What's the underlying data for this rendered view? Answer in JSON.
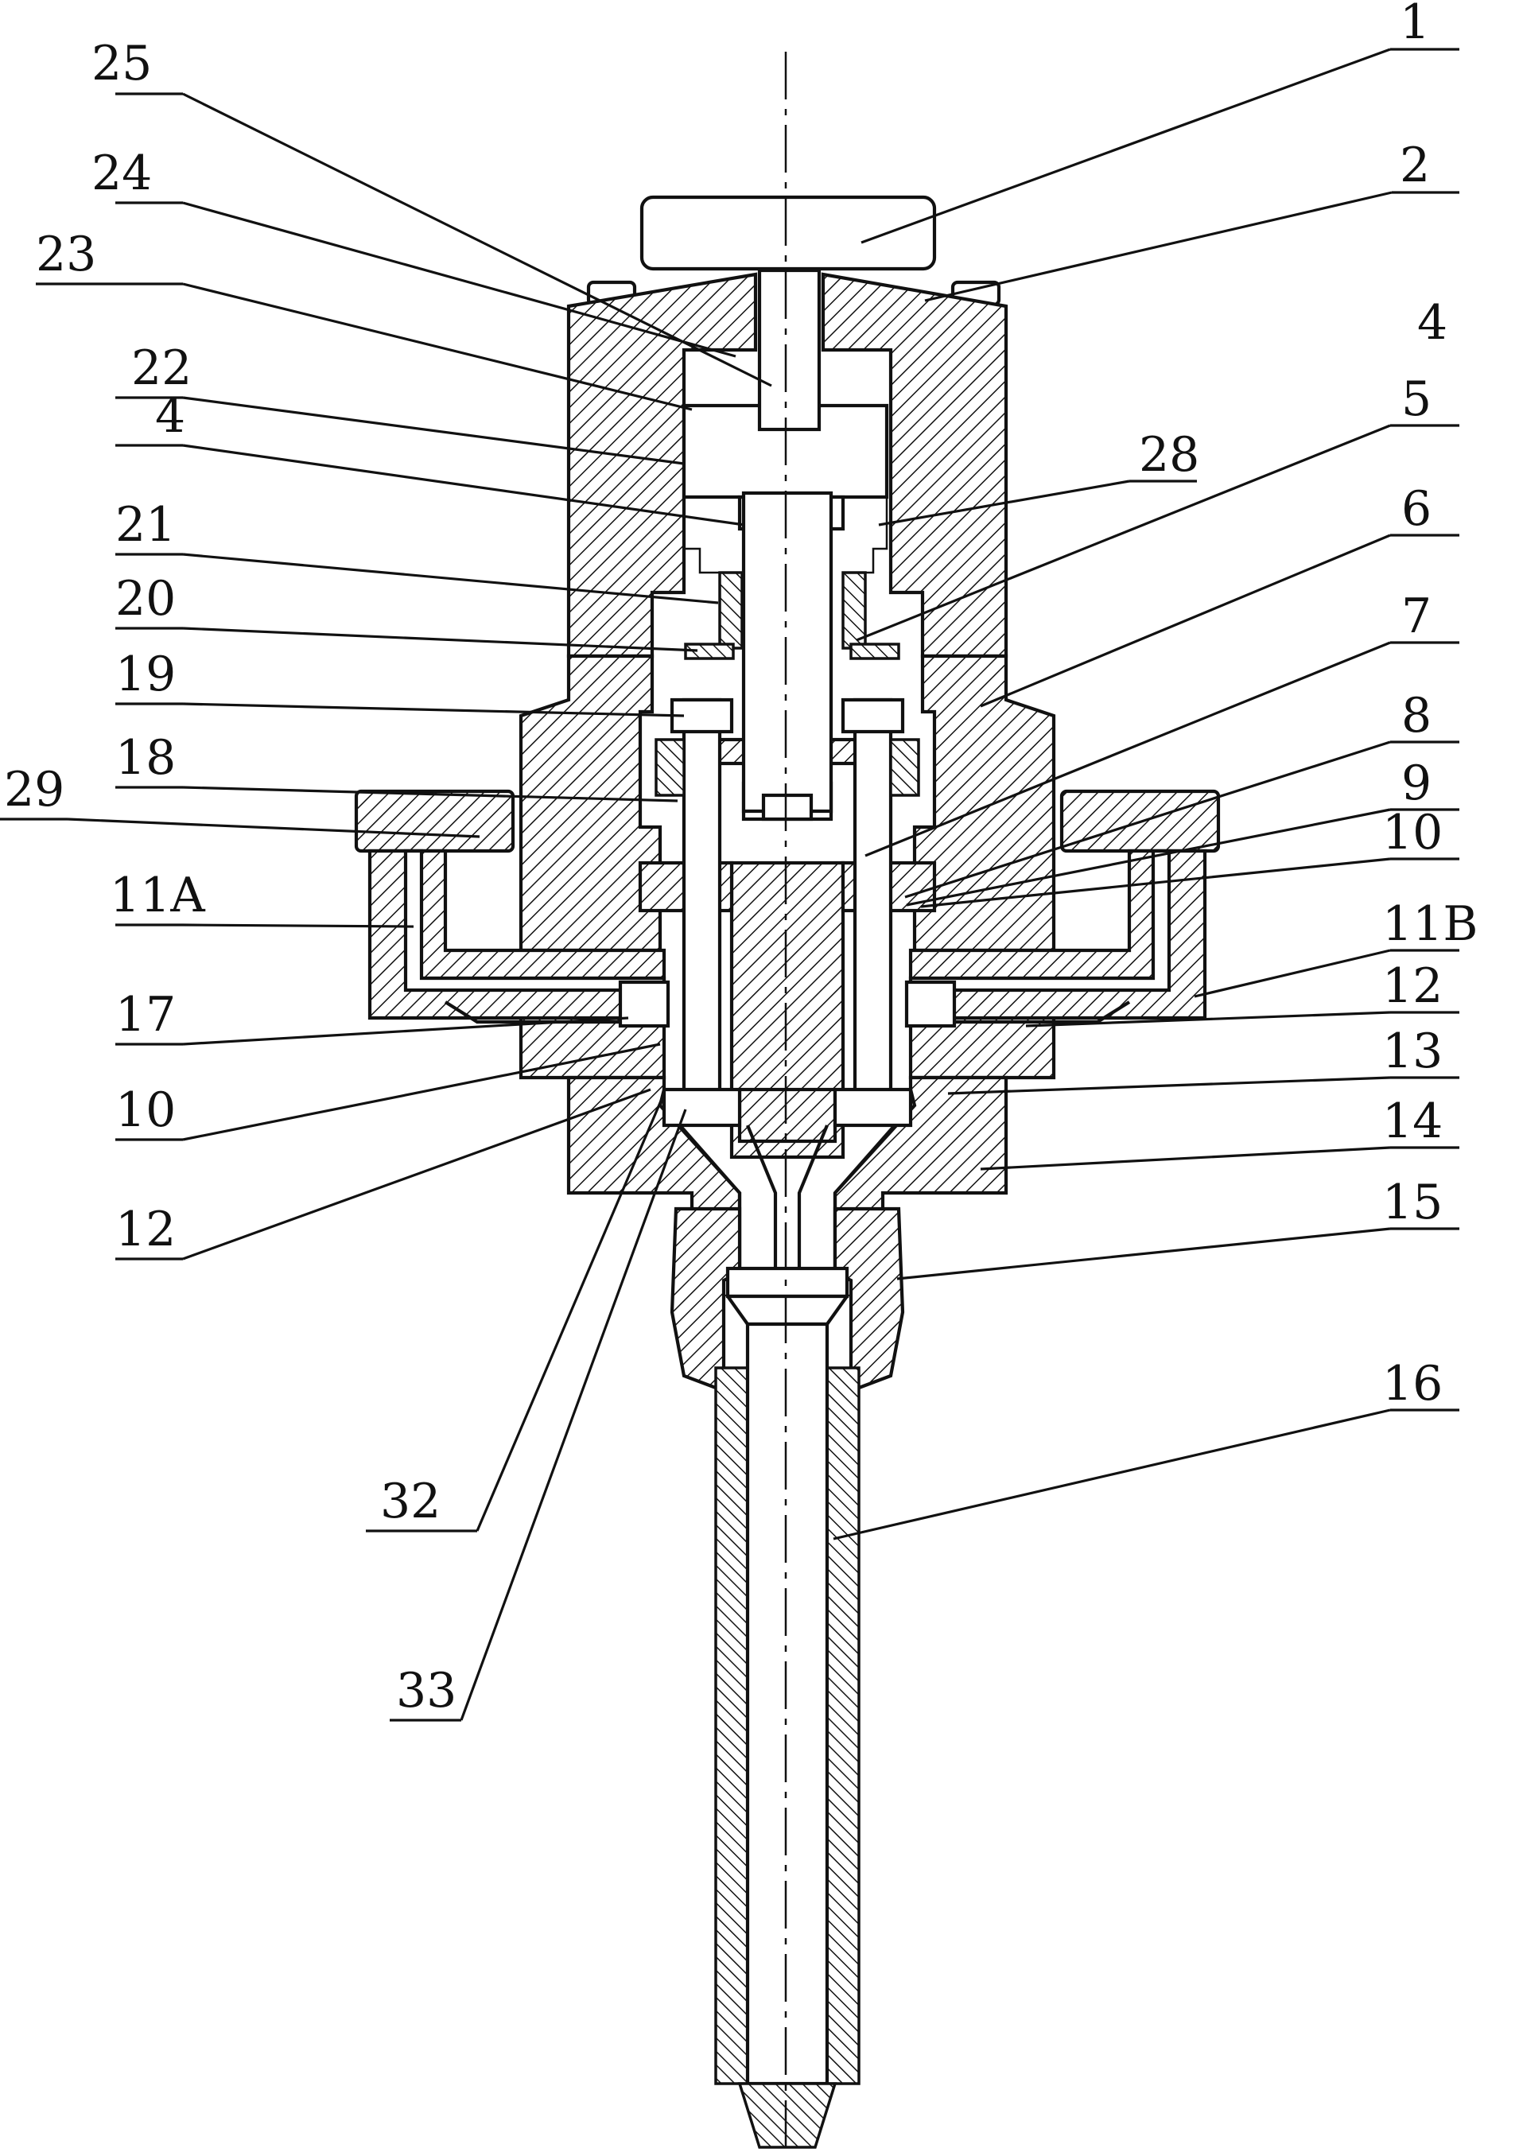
{
  "drawing": {
    "labels": [
      "1",
      "2",
      "4",
      "4",
      "5",
      "6",
      "7",
      "8",
      "9",
      "10",
      "10",
      "11A",
      "11B",
      "12",
      "12",
      "13",
      "14",
      "15",
      "16",
      "17",
      "18",
      "19",
      "20",
      "21",
      "22",
      "23",
      "24",
      "25",
      "28",
      "29",
      "32",
      "33"
    ],
    "callouts": [
      {
        "id": "c1",
        "text": "1"
      },
      {
        "id": "c2",
        "text": "2"
      },
      {
        "id": "c4r",
        "text": "4"
      },
      {
        "id": "c5",
        "text": "5"
      },
      {
        "id": "c6",
        "text": "6"
      },
      {
        "id": "c7",
        "text": "7"
      },
      {
        "id": "c8",
        "text": "8"
      },
      {
        "id": "c9",
        "text": "9"
      },
      {
        "id": "c10r",
        "text": "10"
      },
      {
        "id": "c11b",
        "text": "11B"
      },
      {
        "id": "c12r",
        "text": "12"
      },
      {
        "id": "c13",
        "text": "13"
      },
      {
        "id": "c14",
        "text": "14"
      },
      {
        "id": "c15",
        "text": "15"
      },
      {
        "id": "c16",
        "text": "16"
      },
      {
        "id": "c25",
        "text": "25"
      },
      {
        "id": "c24",
        "text": "24"
      },
      {
        "id": "c23",
        "text": "23"
      },
      {
        "id": "c22",
        "text": "22"
      },
      {
        "id": "c4l",
        "text": "4"
      },
      {
        "id": "c28",
        "text": "28"
      },
      {
        "id": "c21",
        "text": "21"
      },
      {
        "id": "c20",
        "text": "20"
      },
      {
        "id": "c19",
        "text": "19"
      },
      {
        "id": "c18",
        "text": "18"
      },
      {
        "id": "c29",
        "text": "29"
      },
      {
        "id": "c11a",
        "text": "11A"
      },
      {
        "id": "c17",
        "text": "17"
      },
      {
        "id": "c10l",
        "text": "10"
      },
      {
        "id": "c12l",
        "text": "12"
      },
      {
        "id": "c32",
        "text": "32"
      },
      {
        "id": "c33",
        "text": "33"
      }
    ]
  }
}
